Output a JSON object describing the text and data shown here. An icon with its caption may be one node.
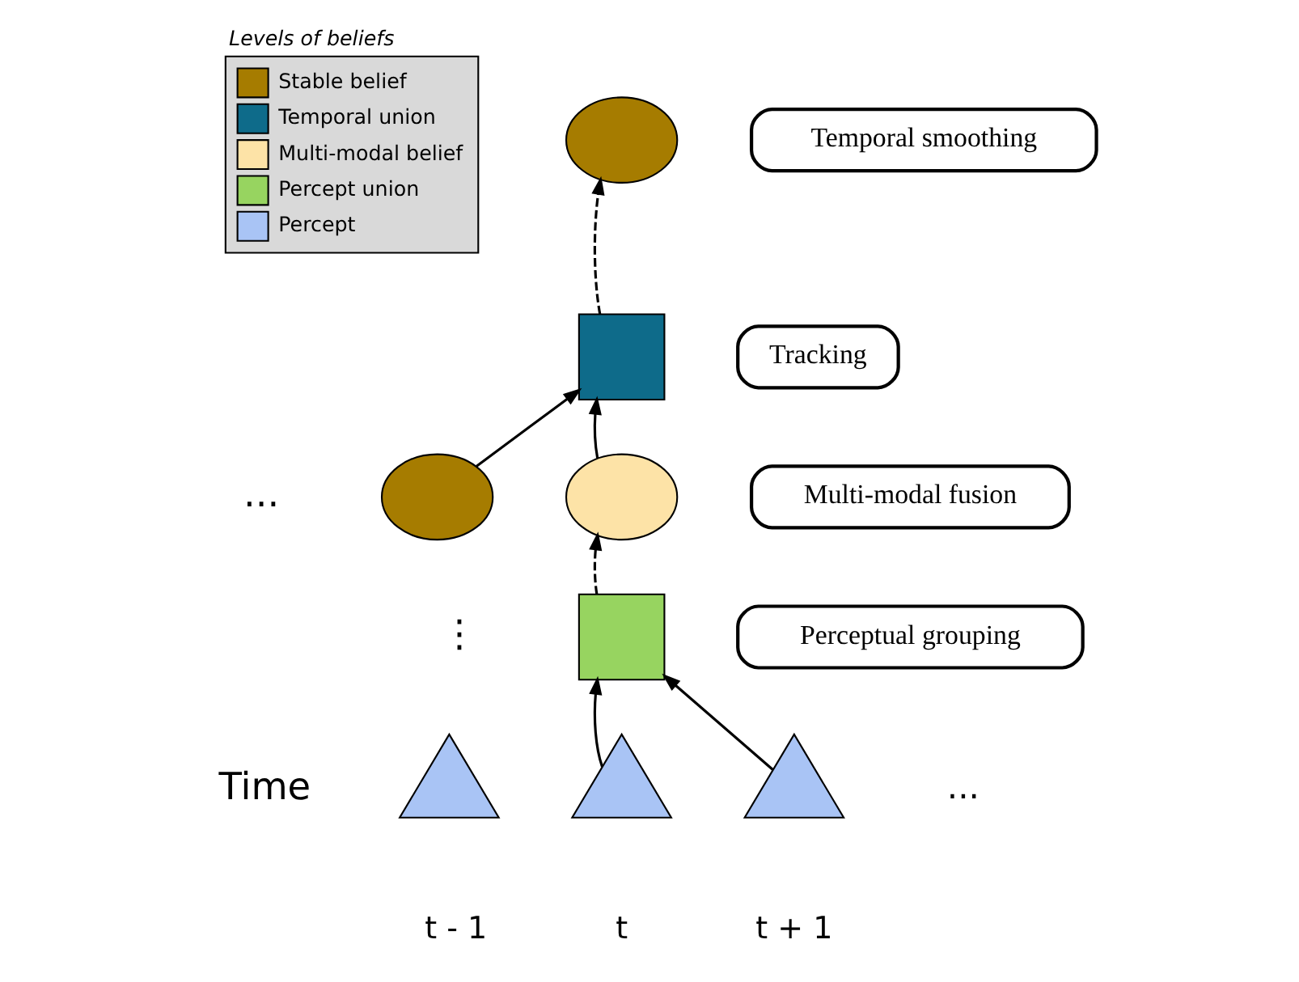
{
  "diagram": {
    "nodes": [
      {
        "text": [],
        "shape": "ellipse"
      },
      {
        "text": [
          "Temporal smoothing"
        ]
      },
      {
        "text": [],
        "shape": "box"
      },
      {
        "text": [
          "Tracking"
        ]
      },
      {
        "text": [],
        "shape": "ellipse"
      },
      {
        "text": [],
        "shape": "ellipse"
      },
      {
        "text": [
          "Multi-modal fusion"
        ]
      },
      {
        "text": [],
        "shape": "box"
      },
      {
        "text": [
          "Perceptual grouping"
        ]
      },
      {
        "text": [],
        "shape": "triangle"
      },
      {
        "text": [],
        "shape": "triangle"
      },
      {
        "text": [],
        "shape": "triangle"
      }
    ],
    "edges": [
      {
        "from": 2,
        "to": 0,
        "arrow": "to",
        "style": "dashed"
      },
      {
        "from": 4,
        "to": 2,
        "arrow": "to"
      },
      {
        "from": 5,
        "to": 2,
        "arrow": "to"
      },
      {
        "from": 7,
        "to": 5,
        "arrow": "to",
        "style": "dashed"
      },
      {
        "from": 10,
        "to": 7,
        "arrow": "to"
      },
      {
        "from": 11,
        "to": 7,
        "arrow": "to"
      }
    ],
    "labels": [
      "Levels of beliefs",
      "...",
      "⋮",
      "Time",
      "...",
      "t - 1",
      "t",
      "t + 1"
    ],
    "legend": [
      {
        "text": "Stable belief",
        "color": "#a67c00"
      },
      {
        "text": "Temporal union",
        "color": "#0e6b8a"
      },
      {
        "text": "Multi-modal belief",
        "color": "#fde3a7"
      },
      {
        "text": "Percept union",
        "color": "#97d460"
      },
      {
        "text": "Percept",
        "color": "#a9c4f5"
      }
    ]
  }
}
